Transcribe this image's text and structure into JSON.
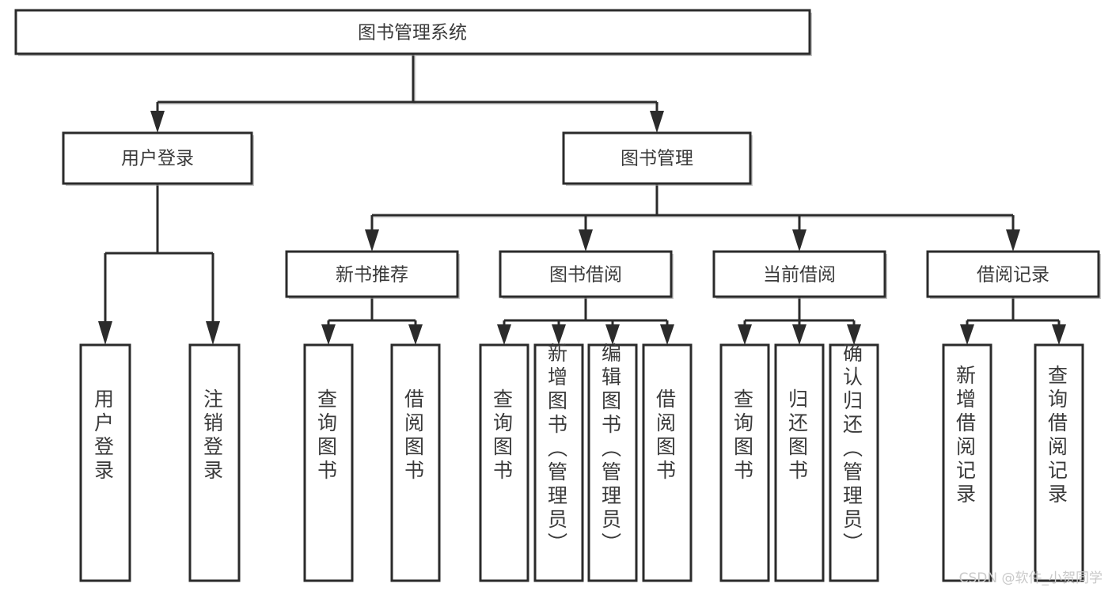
{
  "diagram": {
    "type": "tree-hierarchy-chart",
    "title": "图书管理系统",
    "watermark": "CSDN @软件_小贺同学",
    "style": {
      "box_fill": "#ffffff",
      "box_stroke": "#2b2b2b",
      "text_color": "#3a3a3a",
      "background": "#ffffff",
      "watermark_color": "#c9c9c9"
    },
    "levels": [
      {
        "level": 1,
        "nodes": [
          {
            "id": "root",
            "label": "图书管理系统",
            "orientation": "horizontal"
          }
        ]
      },
      {
        "level": 2,
        "nodes": [
          {
            "id": "login",
            "label": "用户登录",
            "orientation": "horizontal",
            "parent": "root"
          },
          {
            "id": "bookmgmt",
            "label": "图书管理",
            "orientation": "horizontal",
            "parent": "root"
          }
        ]
      },
      {
        "level": 3,
        "nodes": [
          {
            "id": "newbook",
            "label": "新书推荐",
            "orientation": "horizontal",
            "parent": "bookmgmt"
          },
          {
            "id": "borrow",
            "label": "图书借阅",
            "orientation": "horizontal",
            "parent": "bookmgmt"
          },
          {
            "id": "current",
            "label": "当前借阅",
            "orientation": "horizontal",
            "parent": "bookmgmt"
          },
          {
            "id": "records",
            "label": "借阅记录",
            "orientation": "horizontal",
            "parent": "bookmgmt"
          }
        ]
      },
      {
        "level": 4,
        "nodes": [
          {
            "id": "leaf1",
            "label": "用户登录",
            "orientation": "vertical",
            "parent": "login"
          },
          {
            "id": "leaf2",
            "label": "注销登录",
            "orientation": "vertical",
            "parent": "login"
          },
          {
            "id": "leaf3",
            "label": "查询图书",
            "orientation": "vertical",
            "parent": "newbook"
          },
          {
            "id": "leaf4",
            "label": "借阅图书",
            "orientation": "vertical",
            "parent": "newbook"
          },
          {
            "id": "leaf5",
            "label": "查询图书",
            "orientation": "vertical",
            "parent": "borrow"
          },
          {
            "id": "leaf6",
            "label": "新增图书（管理员）",
            "orientation": "vertical",
            "parent": "borrow"
          },
          {
            "id": "leaf7",
            "label": "编辑图书（管理员）",
            "orientation": "vertical",
            "parent": "borrow"
          },
          {
            "id": "leaf8",
            "label": "借阅图书",
            "orientation": "vertical",
            "parent": "borrow"
          },
          {
            "id": "leaf9",
            "label": "查询图书",
            "orientation": "vertical",
            "parent": "current"
          },
          {
            "id": "leaf10",
            "label": "归还图书",
            "orientation": "vertical",
            "parent": "current"
          },
          {
            "id": "leaf11",
            "label": "确认归还（管理员）",
            "orientation": "vertical",
            "parent": "current"
          },
          {
            "id": "leaf12",
            "label": "新增借阅记录",
            "orientation": "vertical",
            "parent": "records"
          },
          {
            "id": "leaf13",
            "label": "查询借阅记录",
            "orientation": "vertical",
            "parent": "records"
          }
        ]
      }
    ]
  }
}
